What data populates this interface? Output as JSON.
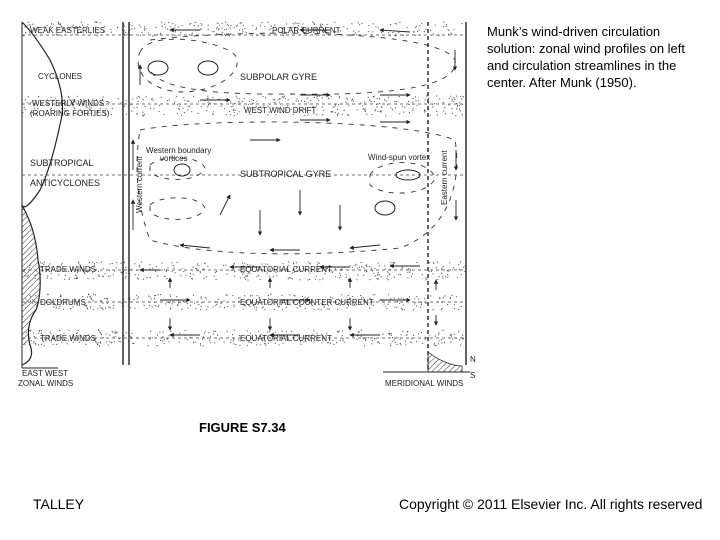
{
  "caption": "Munk’s wind-driven circulation solution: zonal wind profiles on left and circulation streamlines in the center. After Munk (1950).",
  "figure_label": "FIGURE S7.34",
  "footer": {
    "author": "TALLEY",
    "copyright": "Copyright © 2011 Elsevier Inc. All rights reserved"
  },
  "wind_labels": {
    "weak_easterlies": "WEAK EASTERLIES",
    "cyclones": "CYCLONES",
    "westerly_winds": "WESTERLY WINDS",
    "roaring_forties": "(ROARING FORTIES)",
    "subtropical": "SUBTROPICAL",
    "anticyclones": "ANTICYCLONES",
    "trade_winds_north": "TRADE WINDS",
    "doldrums": "DOLDRUMS",
    "trade_winds_south": "TRADE WINDS",
    "east_west": "EAST WEST",
    "zonal_winds": "ZONAL WINDS",
    "meridional_winds": "MERIDIONAL WINDS",
    "n_mark": "N",
    "s_mark": "S"
  },
  "current_labels": {
    "polar_current": "POLAR CURRENT",
    "subpolar_gyre": "SUBPOLAR GYRE",
    "west_wind_drift": "WEST WIND DRIFT",
    "western_boundary_vortices_1": "Western boundary",
    "western_boundary_vortices_2": "vortices",
    "wind_spun_vortex": "Wind-spun vortex",
    "subtropical_gyre": "SUBTROPICAL GYRE",
    "western_current": "Western current",
    "eastern_current": "Eastern current",
    "equatorial_current_north": "EQUATORIAL CURRENT",
    "equatorial_counter_current": "EQUATORIAL COUNTER CURRENT",
    "equatorial_current_south": "EQUATORIAL CURRENT"
  }
}
